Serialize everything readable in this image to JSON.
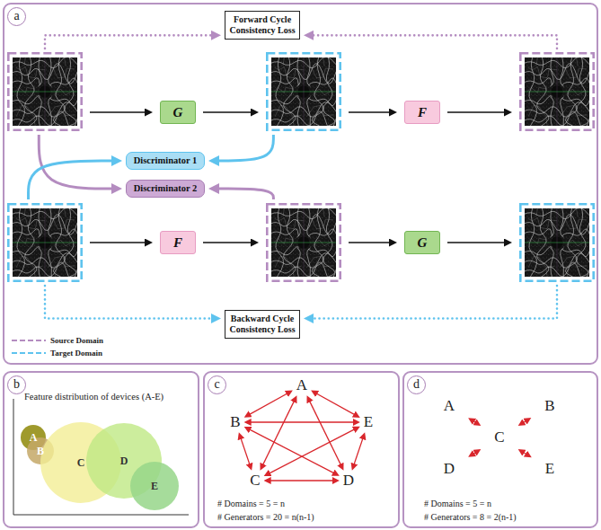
{
  "diagram": {
    "nodes": [
      {
        "text": [
          "a"
        ]
      },
      {
        "text": [
          "Forward Cycle Consistency Loss"
        ],
        "in": 0
      },
      {
        "text": [],
        "in": 0
      },
      {
        "text": [
          "G"
        ],
        "in": 0
      },
      {
        "text": [],
        "in": 0
      },
      {
        "text": [
          "F"
        ],
        "in": 0
      },
      {
        "text": [],
        "in": 0
      },
      {
        "text": [
          "Discriminator 1"
        ],
        "in": 0
      },
      {
        "text": [
          "Discriminator 2"
        ],
        "in": 0
      },
      {
        "text": [],
        "in": 0
      },
      {
        "text": [
          "F"
        ],
        "in": 0
      },
      {
        "text": [],
        "in": 0
      },
      {
        "text": [
          "G"
        ],
        "in": 0
      },
      {
        "text": [],
        "in": 0
      },
      {
        "text": [
          "Backward Cycle Consistency Loss"
        ],
        "in": 0
      },
      {
        "text": [
          "b",
          "Feature distribution of devices (A-E)"
        ]
      },
      {
        "text": [
          "A"
        ],
        "in": 15
      },
      {
        "text": [
          "B"
        ],
        "in": 15
      },
      {
        "text": [
          "C"
        ],
        "in": 15
      },
      {
        "text": [
          "D"
        ],
        "in": 15
      },
      {
        "text": [
          "E"
        ],
        "in": 15
      },
      {
        "text": [
          "c",
          "# Domains = 5 = n",
          "# Generators = 20 = n(n-1)"
        ]
      },
      {
        "text": [
          "A"
        ],
        "in": 21
      },
      {
        "text": [
          "B"
        ],
        "in": 21
      },
      {
        "text": [
          "C"
        ],
        "in": 21
      },
      {
        "text": [
          "D"
        ],
        "in": 21
      },
      {
        "text": [
          "E"
        ],
        "in": 21
      },
      {
        "text": [
          "d",
          "# Domains = 5 = n",
          "# Generators = 8 = 2(n-1)"
        ]
      },
      {
        "text": [
          "A"
        ],
        "in": 27
      },
      {
        "text": [
          "B"
        ],
        "in": 27
      },
      {
        "text": [
          "C"
        ],
        "in": 27
      },
      {
        "text": [
          "D"
        ],
        "in": 27
      },
      {
        "text": [
          "E"
        ],
        "in": 27
      }
    ],
    "edges": [
      {
        "from": 2,
        "to": 3,
        "arrow": "to"
      },
      {
        "from": 3,
        "to": 4,
        "arrow": "to"
      },
      {
        "from": 4,
        "to": 5,
        "arrow": "to"
      },
      {
        "from": 5,
        "to": 6,
        "arrow": "to"
      },
      {
        "from": 2,
        "to": 1,
        "arrow": "to"
      },
      {
        "from": 6,
        "to": 1,
        "arrow": "to"
      },
      {
        "from": 4,
        "to": 7,
        "arrow": "to"
      },
      {
        "from": 2,
        "to": 8,
        "arrow": "to"
      },
      {
        "from": 9,
        "to": 7,
        "arrow": "to"
      },
      {
        "from": 11,
        "to": 8,
        "arrow": "to"
      },
      {
        "from": 9,
        "to": 10,
        "arrow": "to"
      },
      {
        "from": 10,
        "to": 11,
        "arrow": "to"
      },
      {
        "from": 11,
        "to": 12,
        "arrow": "to"
      },
      {
        "from": 12,
        "to": 13,
        "arrow": "to"
      },
      {
        "from": 9,
        "to": 14,
        "arrow": "to"
      },
      {
        "from": 13,
        "to": 14,
        "arrow": "to"
      },
      {
        "from": 22,
        "to": 23,
        "arrow": "both"
      },
      {
        "from": 22,
        "to": 26,
        "arrow": "both"
      },
      {
        "from": 22,
        "to": 24,
        "arrow": "both"
      },
      {
        "from": 22,
        "to": 25,
        "arrow": "both"
      },
      {
        "from": 23,
        "to": 26,
        "arrow": "both"
      },
      {
        "from": 23,
        "to": 24,
        "arrow": "both"
      },
      {
        "from": 23,
        "to": 25,
        "arrow": "both"
      },
      {
        "from": 24,
        "to": 25,
        "arrow": "both"
      },
      {
        "from": 24,
        "to": 26,
        "arrow": "both"
      },
      {
        "from": 25,
        "to": 26,
        "arrow": "both"
      },
      {
        "from": 30,
        "to": 28,
        "arrow": "both"
      },
      {
        "from": 30,
        "to": 29,
        "arrow": "both"
      },
      {
        "from": 30,
        "to": 31,
        "arrow": "both"
      },
      {
        "from": 30,
        "to": 32,
        "arrow": "both"
      }
    ],
    "legend": [
      {
        "text": "Source Domain"
      },
      {
        "text": "Target Domain"
      }
    ]
  }
}
